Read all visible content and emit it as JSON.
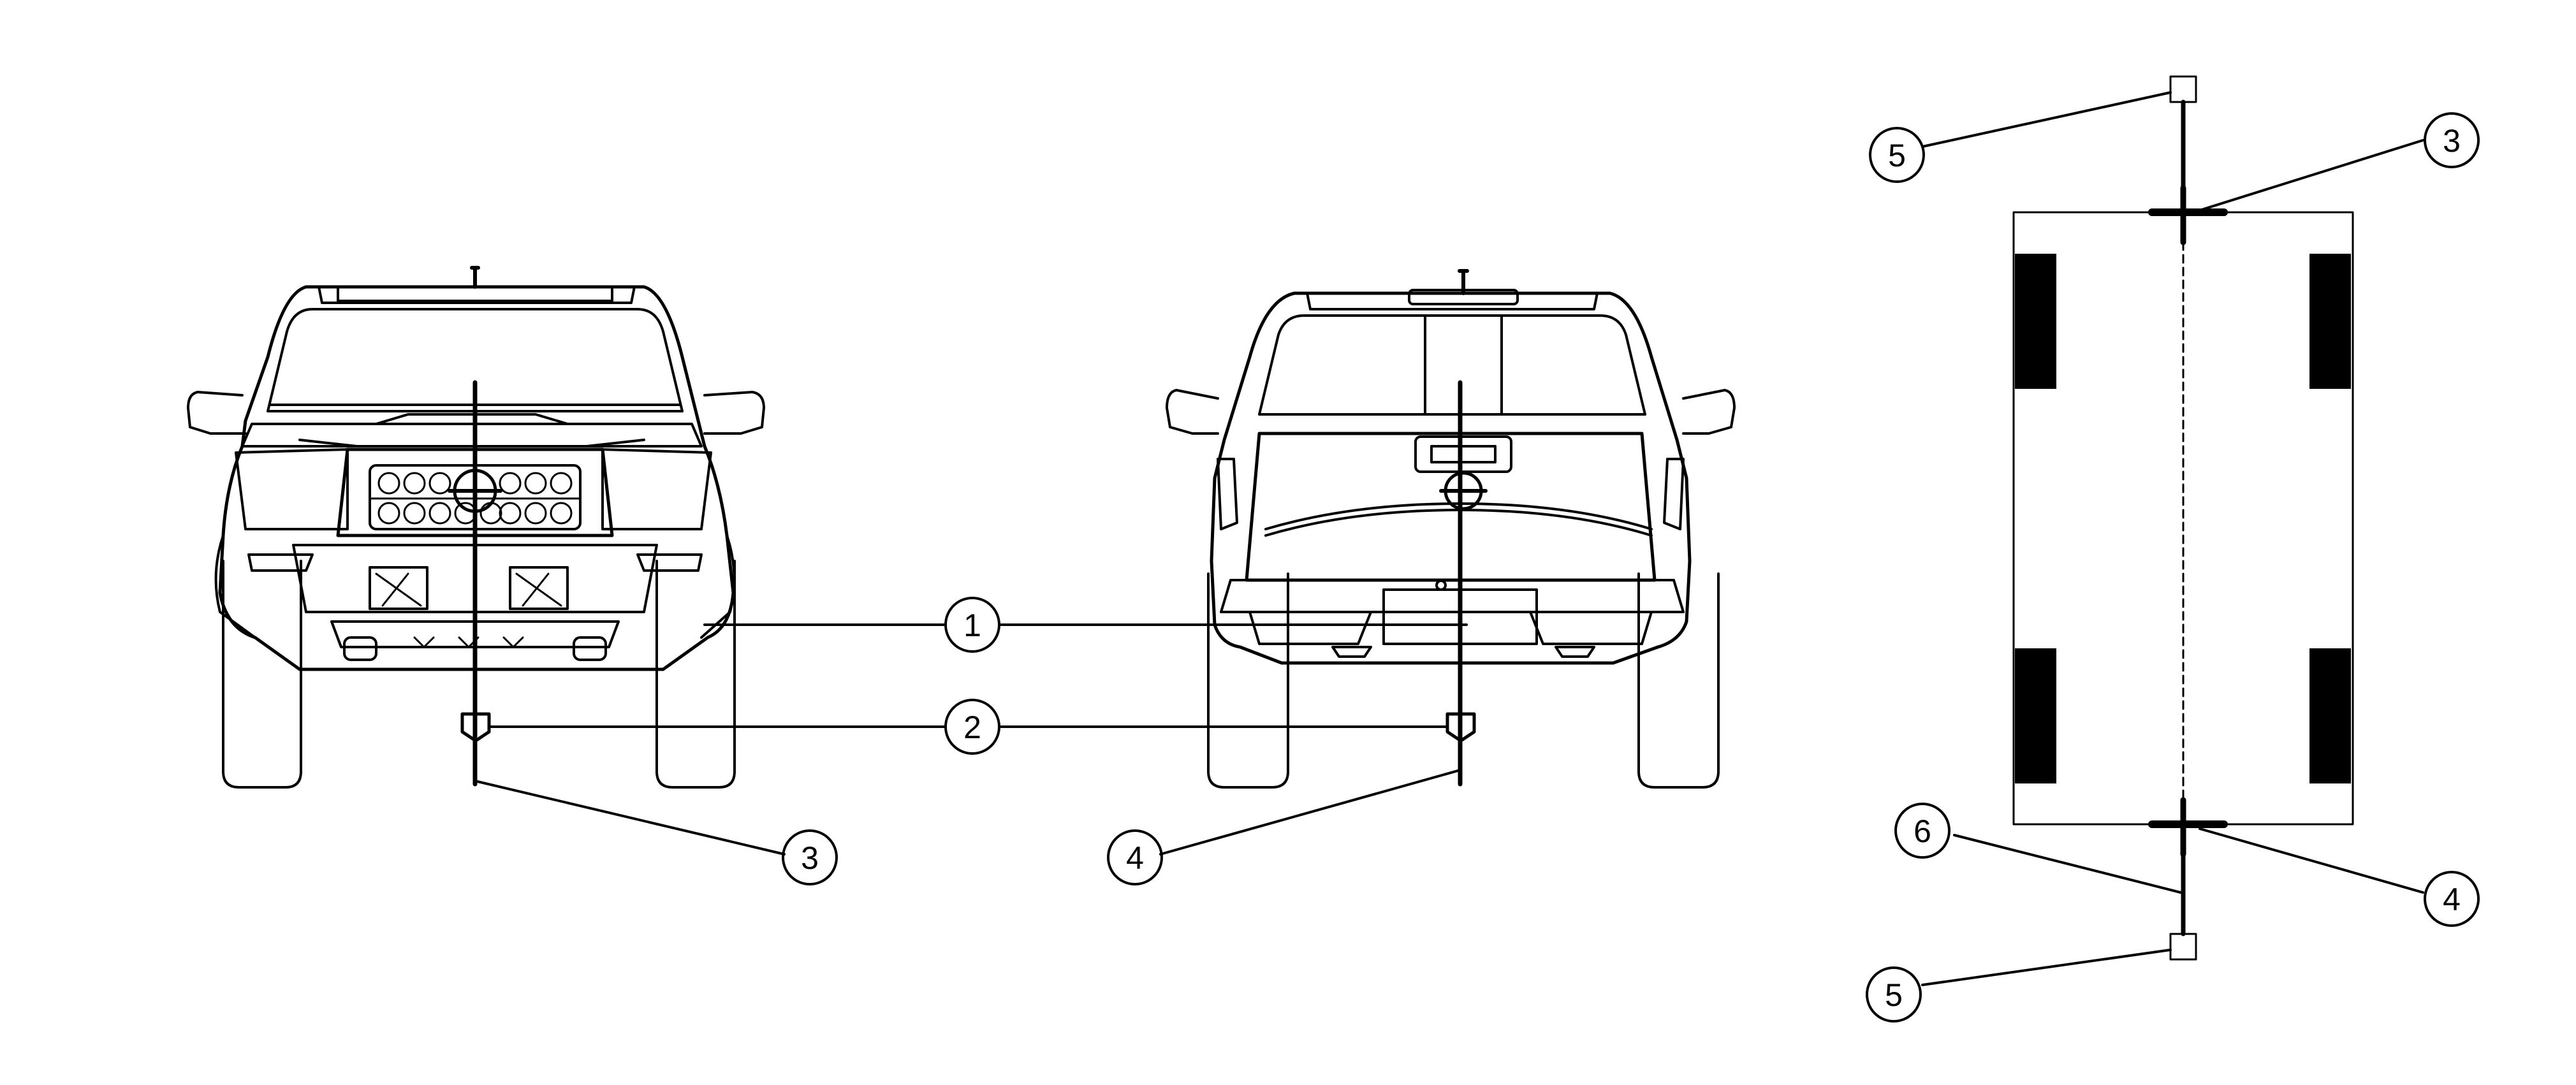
{
  "diagram": {
    "colors": {
      "ink": "#000000",
      "background": "#ffffff"
    },
    "callouts": {
      "c1": "1",
      "c2": "2",
      "c3_front": "3",
      "c4_rear": "4",
      "c3_top": "3",
      "c4_top": "4",
      "c5_top": "5",
      "c5_bottom": "5",
      "c6": "6"
    }
  }
}
